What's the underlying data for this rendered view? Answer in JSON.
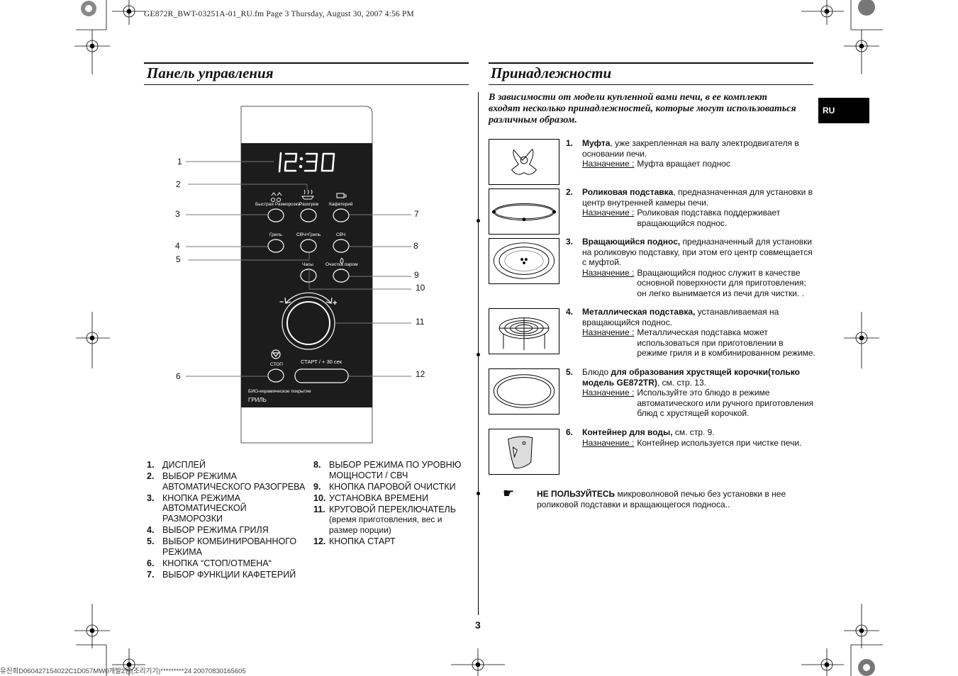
{
  "header": {
    "file_info": "GE872R_BWT-03251A-01_RU.fm  Page 3  Thursday, August 30, 2007  4:56 PM"
  },
  "footer": {
    "code": "유진희D060427154022C1D057MW0개발2팀(조리기기)*********24 20070830165605"
  },
  "page_number": "3",
  "lang_tab": "RU",
  "left_section": {
    "title": "Панель управления",
    "panel": {
      "display": "12:30",
      "labels": {
        "defrost": "Быстрая Разморозка",
        "reheat": "Разогрев",
        "cafe": "Кафетерий",
        "grill": "Гриль",
        "combi": "СВЧ+Гриль",
        "micro": "СВЧ",
        "clock": "Часы",
        "steam": "Очистка паром",
        "stop": "СТОП",
        "start": "СТАРТ / + 30 сек",
        "bio": "БИО-керамическое покрытие",
        "model": "ГРИЛЬ",
        "minus": "–",
        "plus": "+"
      },
      "callouts": [
        "1",
        "2",
        "3",
        "4",
        "5",
        "6",
        "7",
        "8",
        "9",
        "10",
        "11",
        "12"
      ]
    },
    "legend_col1": [
      {
        "num": "1.",
        "text": "ДИСПЛЕЙ"
      },
      {
        "num": "2.",
        "text": "ВЫБОР РЕЖИМА АВТОМАТИЧЕСКОГО РАЗОГРЕВА"
      },
      {
        "num": "3.",
        "text": "КНОПКА РЕЖИМА АВТОМАТИЧЕСКОЙ РАЗМОРОЗКИ"
      },
      {
        "num": "4.",
        "text": "ВЫБОР РЕЖИМА ГРИЛЯ"
      },
      {
        "num": "5.",
        "text": "ВЫБОР КОМБИНИРОВАННОГО РЕЖИМА"
      },
      {
        "num": "6.",
        "text": "КНОПКА “СТОП/ОТМЕНА“"
      },
      {
        "num": "7.",
        "text": "ВЫБОР ФУНКЦИИ КАФЕТЕРИЙ"
      }
    ],
    "legend_col2": [
      {
        "num": "8.",
        "text": "ВЫБОР РЕЖИМА ПО УРОВНЮ МОЩНОСТИ / СВЧ"
      },
      {
        "num": "9.",
        "text": "КНОПКА ПАРОВОЙ ОЧИСТКИ"
      },
      {
        "num": "10.",
        "text": "УСТАНОВКА ВРЕМЕНИ"
      },
      {
        "num": "11.",
        "text": "КРУГОВОЙ ПЕРЕКЛЮЧАТЕЛЬ",
        "sub": "(время приготовления, вес и размер порции)"
      },
      {
        "num": "12.",
        "text": "КНОПКА СТАРТ"
      }
    ]
  },
  "right_section": {
    "title": "Принадлежности",
    "intro": "В зависимости от модели купленной вами печи, в ее комплект входят несколько принадлежностей, которые могут использоваться различным образом.",
    "purpose_label": "Назначение :",
    "items": [
      {
        "num": "1.",
        "name": "Муфта",
        "desc": ", уже закрепленная на валу электродвигателя в основании печи.",
        "purpose": "Муфта вращает поднос",
        "icon": "coupler-icon"
      },
      {
        "num": "2.",
        "name": "Роликовая подставка",
        "desc": ", предназначенная для установки в центр внутренней камеры печи.",
        "purpose": "Роликовая подставка поддерживает вращающийся поднос.",
        "icon": "roller-ring-icon"
      },
      {
        "num": "3.",
        "name": "Вращающийся поднос,",
        "desc": " предназначенный для установки на роликовую подставку, при этом его центр совмещается с муфтой.",
        "purpose": "Вращающийся поднос служит в качестве основной поверхности для приготовления; он легко вынимается из печи для чистки. .",
        "icon": "turntable-icon"
      },
      {
        "num": "4.",
        "name": "Металлическая подставка,",
        "desc": " устанавливаемая на вращающийся поднос.",
        "purpose": "Металлическая подставка может использоваться при приготовлении в режиме гриля и в комбинированном режиме.",
        "icon": "metal-rack-icon"
      },
      {
        "num": "5.",
        "name_pre": "Блюдо ",
        "name": "для образования хрустящей корочки(только модель GE872TR)",
        "desc": ", см. стр. 13.",
        "purpose": "Используйте это блюдо в режиме автоматического или ручного приготовления блюд с хрустящей корочкой.",
        "icon": "crusty-plate-icon"
      },
      {
        "num": "6.",
        "name": "Контейнер для воды,",
        "desc": " см. стр. 9.",
        "purpose": " Контейнер используется при чистке печи.",
        "icon": "water-container-icon"
      }
    ],
    "note_bold": "НЕ ПОЛЬЗУЙТЕСЬ",
    "note_text": " микроволновой печью без установки в нее роликовой подставки и вращающегося подноса.."
  }
}
